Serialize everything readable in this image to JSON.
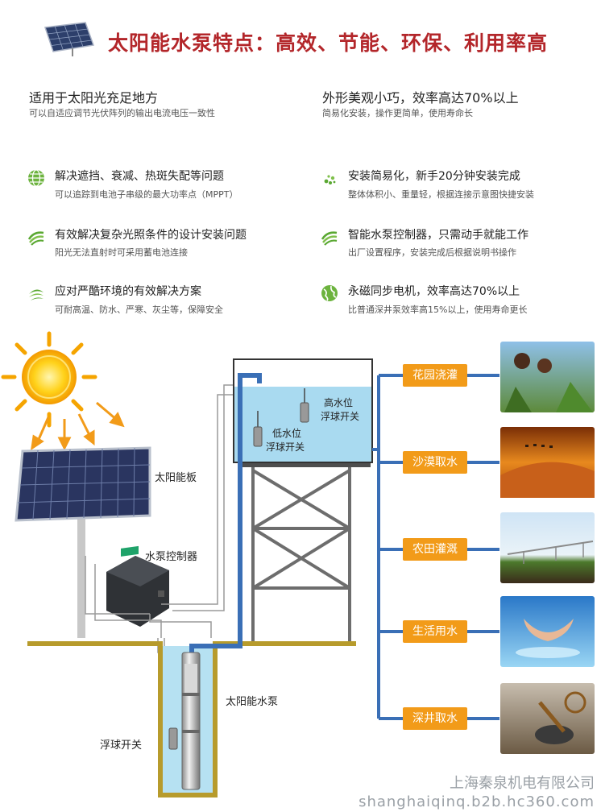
{
  "header": {
    "title": "太阳能水泵特点：高效、节能、环保、利用率高"
  },
  "features": {
    "left": {
      "title": "适用于太阳光充足地方",
      "sub": "可以自适应调节光伏阵列的输出电流电压一致性"
    },
    "right": {
      "title": "外形美观小巧，效率高达70%以上",
      "sub": "简易化安装，操作更简单，使用寿命长"
    }
  },
  "items": [
    {
      "title": "解决遮挡、衰减、热斑失配等问题",
      "sub": "可以追踪到电池子串级的最大功率点（MPPT）"
    },
    {
      "title": "安装简易化，新手20分钟安装完成",
      "sub": "整体体积小、重量轻，根据连接示意图快捷安装"
    },
    {
      "title": "有效解决复杂光照条件的设计安装问题",
      "sub": "阳光无法直射时可采用蓄电池连接"
    },
    {
      "title": "智能水泵控制器，只需动手就能工作",
      "sub": "出厂设置程序，安装完成后根据说明书操作"
    },
    {
      "title": "应对严酷环境的有效解决方案",
      "sub": "可耐高温、防水、严寒、灰尘等，保障安全"
    },
    {
      "title": "永磁同步电机，效率高达70%以上",
      "sub": "比普通深井泵效率高15%以上，使用寿命更长"
    }
  ],
  "diagram": {
    "solar_panel": "太阳能板",
    "controller": "水泵控制器",
    "pump": "太阳能水泵",
    "float_switch": "浮球开关",
    "high_level_1": "高水位",
    "high_level_2": "浮球开关",
    "low_level_1": "低水位",
    "low_level_2": "浮球开关"
  },
  "applications": [
    {
      "label": "花园浇灌"
    },
    {
      "label": "沙漠取水"
    },
    {
      "label": "农田灌溉"
    },
    {
      "label": "生活用水"
    },
    {
      "label": "深井取水"
    }
  ],
  "footer": {
    "company": "上海秦泉机电有限公司",
    "watermark": "shanghaiqinq.b2b.hc360.com"
  },
  "colors": {
    "title": "#b3262a",
    "tag": "#f29b19",
    "pipe": "#3a6fb6",
    "water": "#a9daf0",
    "icon_green": "#5aa832"
  }
}
